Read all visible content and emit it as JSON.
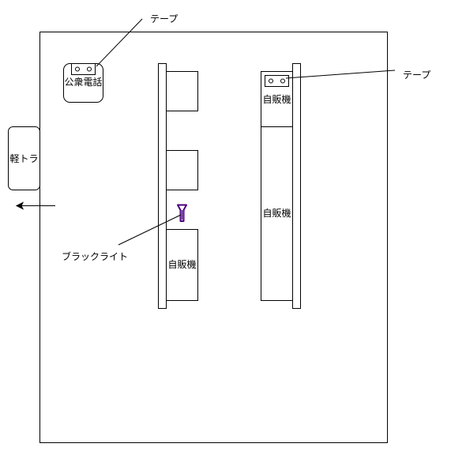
{
  "labels": {
    "tape_top": "テープ",
    "tape_right": "テープ",
    "public_phone": "公衆電話",
    "light_truck": "軽トラ",
    "black_light": "ブラックライト",
    "vending_left": "自販機",
    "vending_right_top": "自販機",
    "vending_right_bottom": "自販機"
  },
  "colors": {
    "line": "#000000",
    "background": "#ffffff",
    "black_light": "#4b0082"
  }
}
